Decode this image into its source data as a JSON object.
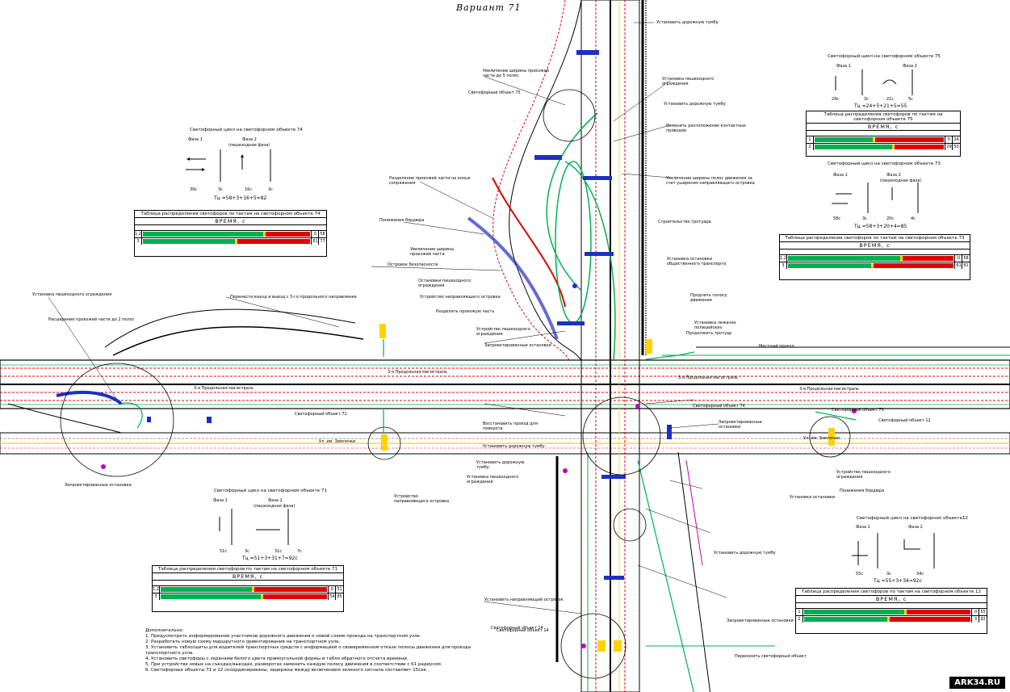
{
  "title": "Вариант 71",
  "watermark": "ARK34.RU",
  "colors": {
    "road_red": "#e00000",
    "green_signal": "#00b050",
    "blue_island": "#1f2fbf",
    "lane_dark": "#000000",
    "yellow_mark": "#ffd200",
    "magenta": "#c000c0"
  },
  "cycles": [
    {
      "id": "74",
      "title": "Светофорный цикл на светофорном объекте 74",
      "phase1": "Фаза 1",
      "phase2": "Фаза 2",
      "phase2_sub": "(пешеходная фаза)",
      "t_labels": [
        "39с",
        "3с",
        "16с",
        "3с"
      ],
      "formula": "Tц =58+3+16+5=82"
    },
    {
      "id": "75",
      "title": "Светофорный цикл на светофорном объекте 75",
      "phase1": "Фаза 1",
      "phase2": "Фаза 2",
      "phase2_sub": "",
      "t_labels": [
        "24с",
        "3с",
        "21с",
        "5с"
      ],
      "formula": "Tц =24+5+21+5=55"
    },
    {
      "id": "73",
      "title": "Светофорный цикл на светофорном объекте 73",
      "phase1": "Фаза 1",
      "phase2": "Фаза 2",
      "phase2_sub": "(пешеходная фаза)",
      "t_labels": [
        "58с",
        "3с",
        "20с",
        "4с"
      ],
      "formula": "Tц =58+3+20+4=85"
    },
    {
      "id": "71",
      "title": "Светофорный цикл на светофорном объекте 71",
      "phase1": "Фаза 1",
      "phase2": "Фаза 2",
      "phase2_sub": "(пешеходная фаза)",
      "t_labels": [
        "51с",
        "3с",
        "31с",
        "7с"
      ],
      "formula": "Tц =51+3+31+7=92с"
    },
    {
      "id": "12",
      "title": "Светофорный цикл на светофорном объекте12",
      "phase1": "Фаза 1",
      "phase2": "Фаза 2",
      "phase2_sub": "",
      "t_labels": [
        "55с",
        "3с",
        "34с",
        ""
      ],
      "formula": "Tц =55+3+34=92с"
    }
  ],
  "tables": [
    {
      "id": "74",
      "title": "Таблица распределения светофоров по тактам на светофорном объекте 74",
      "vremya": "ВРЕМЯ, с",
      "rows": [
        {
          "n": "1,2",
          "green": 0.72,
          "v1": "0",
          "v2": "58"
        },
        {
          "n": "3",
          "green": 0.55,
          "v1": "61",
          "v2": "77"
        }
      ]
    },
    {
      "id": "75",
      "title": "Таблица распределения светофоров по тактам на светофорном объекте 75",
      "vremya": "ВРЕМЯ, с",
      "rows": [
        {
          "n": "1",
          "green": 0.45,
          "v1": "0",
          "v2": "24"
        },
        {
          "n": "2",
          "green": 0.6,
          "v1": "29",
          "v2": "50"
        }
      ]
    },
    {
      "id": "73",
      "title": "Таблица распределения светофоров по тактам на светофорном объекте 73",
      "vremya": "ВРЕМЯ, с",
      "rows": [
        {
          "n": "1,2",
          "green": 0.68,
          "v1": "0",
          "v2": "58"
        },
        {
          "n": "3",
          "green": 0.5,
          "v1": "61",
          "v2": "81"
        }
      ]
    },
    {
      "id": "71",
      "title": "Таблица распределения светофоров по тактам на светофорном объекте 71",
      "vremya": "ВРЕМЯ, с",
      "rows": [
        {
          "n": "1,2",
          "green": 0.55,
          "v1": "0",
          "v2": "51"
        },
        {
          "n": "3",
          "green": 0.6,
          "v1": "54",
          "v2": "85"
        }
      ]
    },
    {
      "id": "12",
      "title": "Таблица распределения светофоров по тактам на светофорном объекте 12",
      "vremya": "ВРЕМЯ, с",
      "rows": [
        {
          "n": "1",
          "green": 0.6,
          "v1": "0",
          "v2": "55"
        },
        {
          "n": "2",
          "green": 0.5,
          "v1": "3",
          "v2": "92"
        }
      ]
    }
  ],
  "labels": [
    "Установить дорожную тумбу",
    "Светофорный объект 75",
    "Увеличение ширины проезжей части до 5 полос",
    "Установить дорожную тумбу",
    "Установка пешеходного ограждения",
    "Изменить расположение контактных проводов",
    "Увеличение ширины полос движения за счет уширения направляющего островка",
    "Разделение проезжей части на конце сопряжения",
    "Понижения бордюра",
    "Увеличение ширины проезжей части",
    "Строительство тротуара",
    "Островок безопасности",
    "Установка остановки общественного транспорта",
    "Остановки пешеходного ограждения",
    "Устройство направляющего островка",
    "Установка пешеходного ограждения",
    "Разделить проезжую часть",
    "Продлить полосу движения",
    "Установка лежачих полицейских",
    "Продолжить тротуар",
    "Устройство пешеходного ограждения",
    "Расширение проезжей части до 2 полос",
    "Перенести въезд и выезд с 3-го продольного направления",
    "Запроектированные остановки",
    "Установить дорожную тумбу",
    "Устройство направляющего островка",
    "Восстановить проезд для поворота",
    "Светофорный объект 74",
    "Светофорный объект 71",
    "Установить дорожную тумбу",
    "Установка пешеходного ограждения",
    "Запроектированные остановки",
    "Светофорный объект 14",
    "Светофорный объект 12",
    "Светофорный объект 73",
    "Устройство пешеходного ограждения",
    "Запроектированные остановки",
    "Установка остановки",
    "Понижения бордюра",
    "Переносить светофорный объект",
    "Установить дорожную тумбу",
    "Запроектированные остановки",
    "Установить направляющий островок",
    "Местный проезд",
    "Светофорный объект 14"
  ],
  "road_labels": {
    "r1": "3-я Продольная магистраль",
    "r2": "3-я Продольная магистраль",
    "r3": "3-я Продольная магистраль",
    "r4": "3-я Продольная магистраль",
    "r5": "Ул. им. Землячки",
    "r6": "Ул. им. Землячки"
  },
  "notes": {
    "heading": "Дополнительно:",
    "items": [
      "1. Предусмотреть информирование участников дорожного движения о новой схеме проезда на транспортном узле.",
      "2. Разработать новую схему маршрутного ориентирования на транспортном узле.",
      "3. Установить табло/щиты для водителей транспортных средств с информацией о своевременном отказе полосы движения для проезда транспортного узла.",
      "4. Установить светофоры с экранами белого цвета прямоугольной формы и табло обратного отсчета времени.",
      "5. При устройстве новых на съездах/выездах, разворотах заменить каждую полосу движения в соответствии с 61 радиусом",
      "6. Светофорные объекты 71 и 12 скоординированы, задержка между включением зеленого сигнала составляет 15сек."
    ]
  }
}
